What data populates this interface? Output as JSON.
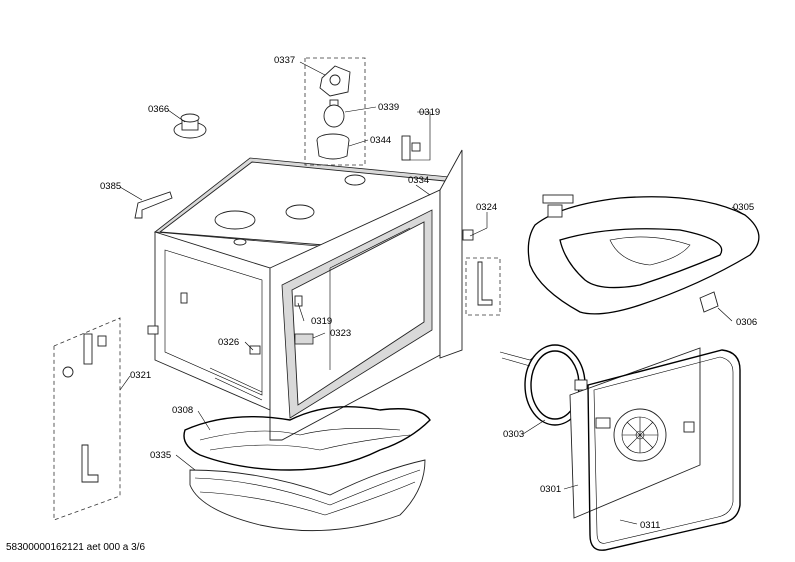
{
  "labels": {
    "p0337": "0337",
    "p0339": "0339",
    "p0319a": "0319",
    "p0366": "0366",
    "p0344": "0344",
    "p0334": "0334",
    "p0385": "0385",
    "p0324": "0324",
    "p0305": "0305",
    "p0306": "0306",
    "p0319b": "0319",
    "p0323": "0323",
    "p0326": "0326",
    "p0321": "0321",
    "p0308": "0308",
    "p0335": "0335",
    "p0303": "0303",
    "p0301": "0301",
    "p0311": "0311"
  },
  "footer": "58300000162121 aet 000 a 3/6"
}
